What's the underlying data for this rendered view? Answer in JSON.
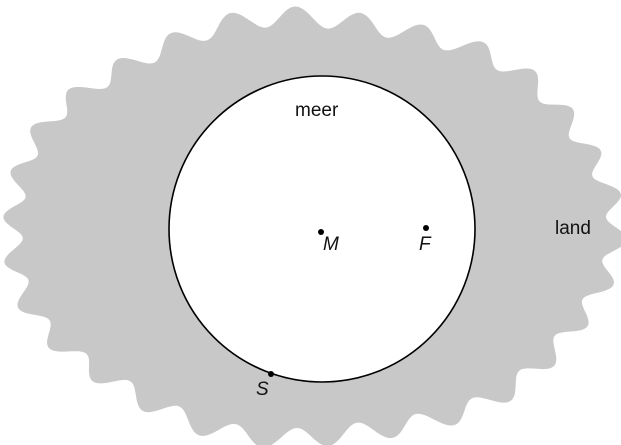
{
  "diagram": {
    "labels": {
      "sea": "meer",
      "land": "land",
      "center_point": "M",
      "focus_point": "F",
      "shore_point": "S"
    },
    "colors": {
      "land_fill": "#c8c8c8",
      "sea_fill": "#ffffff",
      "stroke": "#000000",
      "text": "#111111"
    }
  }
}
